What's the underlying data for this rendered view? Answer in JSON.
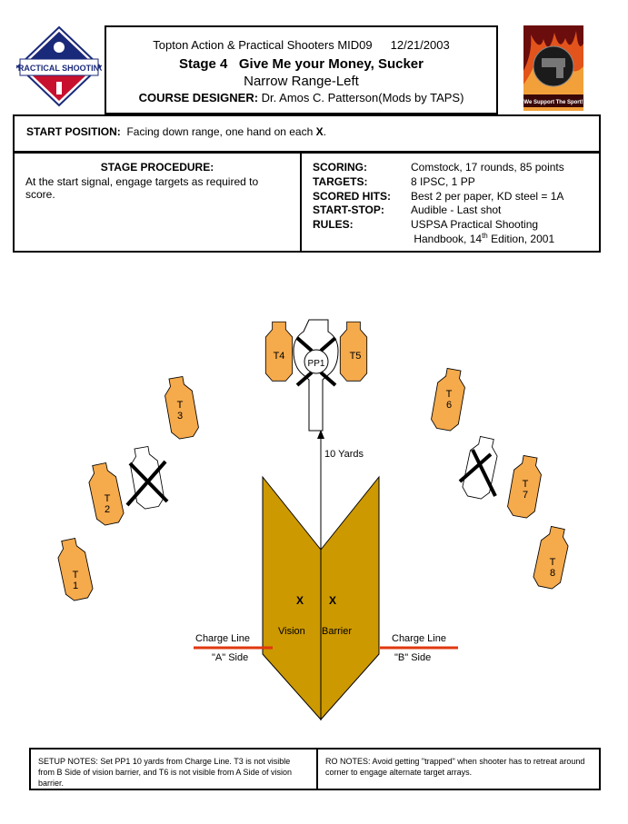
{
  "header": {
    "club": "Topton Action & Practical Shooters MID09",
    "date": "12/21/2003",
    "stage_title": "Stage 4   Give Me your Money, Sucker",
    "subtitle": "Narrow Range-Left",
    "designer_label": "COURSE DESIGNER:",
    "designer_value": " Dr. Amos C. Patterson(Mods by TAPS)"
  },
  "logos": {
    "left_text": "PRACTICAL SHOOTING",
    "right_text": "We Support The Sport!"
  },
  "start_position": {
    "label": "START POSITION:",
    "text": "  Facing down range, one hand on each ",
    "mark": "X",
    "end": "."
  },
  "procedure": {
    "title": "STAGE PROCEDURE:",
    "text": "At the start signal, engage targets as required to score."
  },
  "scoring": [
    {
      "label": "SCORING:",
      "value": "Comstock, 17 rounds, 85 points"
    },
    {
      "label": "TARGETS:",
      "value": "8 IPSC, 1  PP"
    },
    {
      "label": "SCORED HITS:",
      "value": "Best 2 per paper, KD steel = 1A"
    },
    {
      "label": "START-STOP:",
      "value": "Audible - Last shot"
    },
    {
      "label": "RULES:",
      "value": "USPSA Practical Shooting"
    }
  ],
  "rules_line2": {
    "pre": " Handbook, 14",
    "sup": "th",
    "post": " Edition, 2001"
  },
  "diagram": {
    "targets": {
      "t1": "T\n1",
      "t2": "T\n2",
      "t3": "T\n3",
      "t4": "T4",
      "t5": "T5",
      "t6": "T\n6",
      "t7": "T\n7",
      "t8": "T\n8",
      "pp1": "PP1"
    },
    "distance": "10 Yards",
    "x_mark": "X",
    "vision": "Vision",
    "barrier": "Barrier",
    "charge_line": "Charge Line",
    "a_side": "\"A\" Side",
    "b_side": "\"B\" Side",
    "colors": {
      "target": "#F5AA4C",
      "barrier": "#CC9900",
      "charge": "#E0380F"
    }
  },
  "notes": {
    "setup": "SETUP NOTES: Set PP1 10 yards from Charge Line. T3 is not visible from B Side of vision barrier, and T6 is not visible from A Side of vision barrier.",
    "ro": "RO NOTES:  Avoid getting \"trapped\" when shooter has to retreat around corner to engage alternate target arrays."
  }
}
